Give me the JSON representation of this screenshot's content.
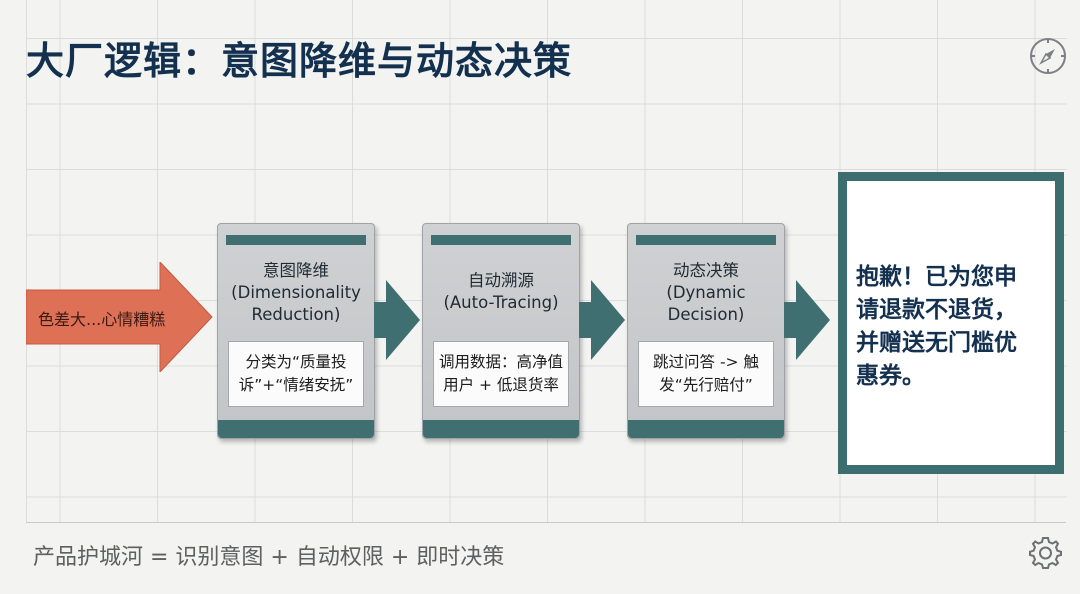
{
  "title": "大厂逻辑：意图降维与动态决策",
  "input": {
    "label": "色差大...心情糟糕"
  },
  "steps": [
    {
      "title_zh": "意图降维",
      "title_en_1": "(Dimensionality",
      "title_en_2": "Reduction)",
      "detail_1": "分类为“质量投",
      "detail_2": "诉”+“情绪安抚”"
    },
    {
      "title_zh": "自动溯源",
      "title_en_1": "(Auto-Tracing)",
      "title_en_2": "",
      "detail_1": "调用数据：高净值",
      "detail_2": "用户 + 低退货率"
    },
    {
      "title_zh": "动态决策",
      "title_en_1": "(Dynamic",
      "title_en_2": "Decision)",
      "detail_1": "跳过问答 -> 触",
      "detail_2": "发“先行赔付”"
    }
  ],
  "result": {
    "line_1": "抱歉！已为您申",
    "line_2": "请退款不退货，",
    "line_3": "并赠送无门槛优",
    "line_4": "惠券。"
  },
  "footer": "产品护城河 = 识别意图 + 自动权限 + 即时决策",
  "icons": {
    "top_right": "compass-icon",
    "bottom_right": "gear-icon"
  },
  "colors": {
    "title": "#14304f",
    "teal": "#3f6f70",
    "input_arrow": "#dd7055",
    "card": "#c8cacd"
  }
}
